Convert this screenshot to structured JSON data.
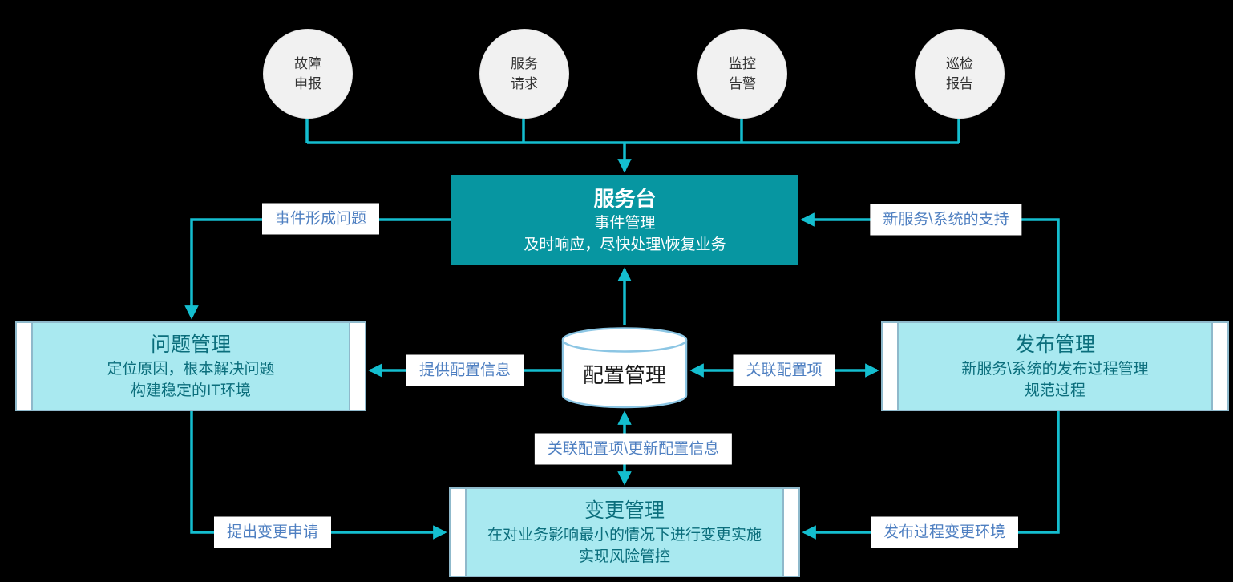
{
  "colors": {
    "connector": "#14becf",
    "service_desk_fill": "#0796a1",
    "process_fill": "#a9e9f0",
    "process_border": "#8fb9cb",
    "process_text": "#0b6e7c",
    "label_text": "#4e7fc1",
    "cylinder_border": "#8cc6e4"
  },
  "sources": [
    {
      "label": "故障\n申报"
    },
    {
      "label": "服务\n请求"
    },
    {
      "label": "监控\n告警"
    },
    {
      "label": "巡检\n报告"
    }
  ],
  "service_desk": {
    "title": "服务台",
    "line1": "事件管理",
    "line2": "及时响应，尽快处理\\恢复业务"
  },
  "problem": {
    "title": "问题管理",
    "line1": "定位原因，根本解决问题",
    "line2": "构建稳定的IT环境"
  },
  "release": {
    "title": "发布管理",
    "line1": "新服务\\系统的发布过程管理",
    "line2": "规范过程"
  },
  "change": {
    "title": "变更管理",
    "line1": "在对业务影响最小的情况下进行变更实施",
    "line2": "实现风险管控"
  },
  "config": {
    "title": "配置管理"
  },
  "edge_labels": {
    "incident_to_problem": "事件形成问题",
    "new_service_support": "新服务\\系统的支持",
    "provide_config": "提供配置信息",
    "link_config": "关联配置项",
    "link_update_config": "关联配置项\\更新配置信息",
    "change_request": "提出变更申请",
    "release_change_env": "发布过程变更环境"
  }
}
